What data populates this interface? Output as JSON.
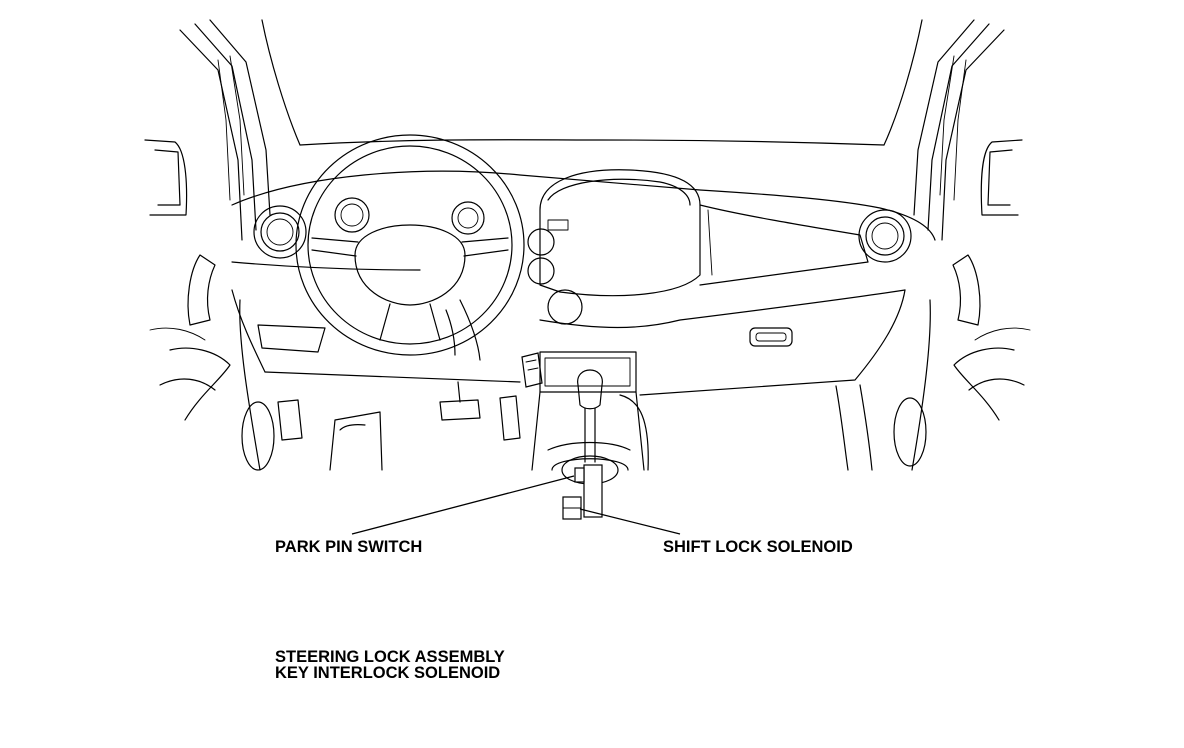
{
  "labels": {
    "park_pin_switch": "PARK PIN SWITCH",
    "shift_lock_solenoid": "SHIFT LOCK SOLENOID",
    "steering_lock_assembly": "STEERING LOCK ASSEMBLY",
    "key_interlock_solenoid": "KEY INTERLOCK SOLENOID"
  }
}
